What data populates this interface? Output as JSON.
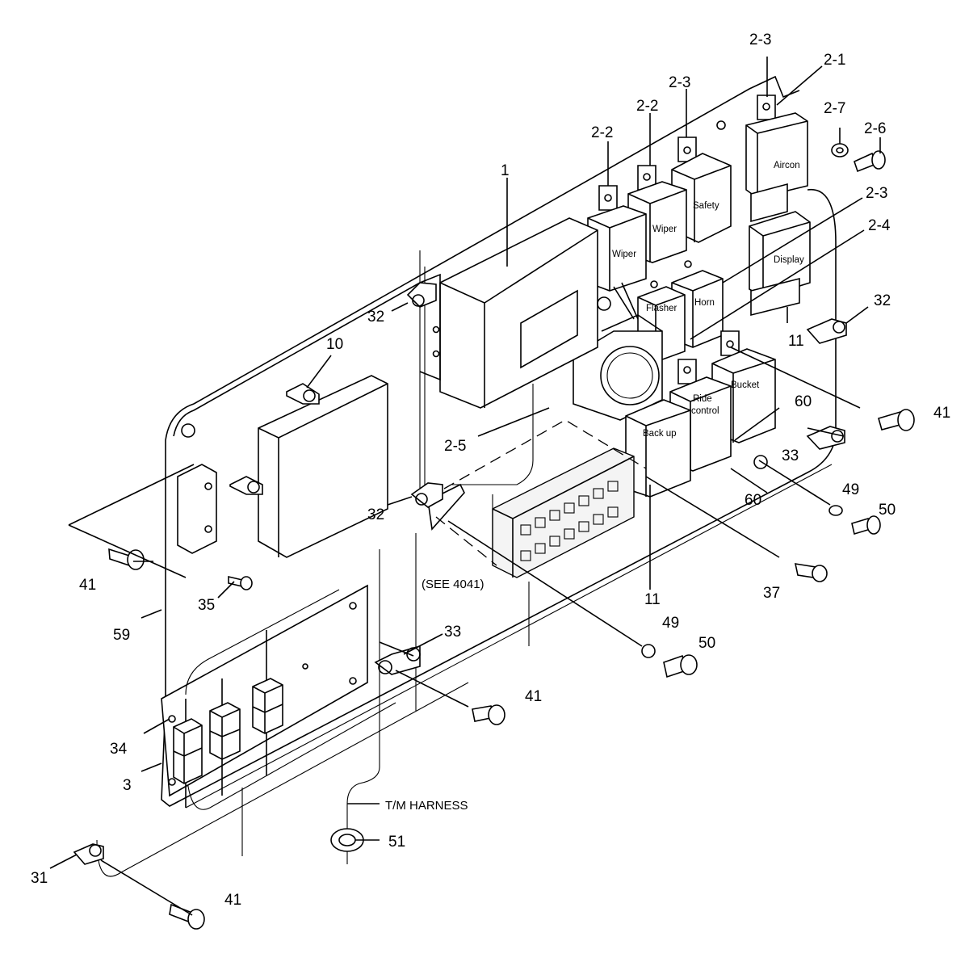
{
  "callouts": {
    "c1": "1",
    "c2_1": "2-1",
    "c2_2a": "2-2",
    "c2_2b": "2-2",
    "c2_3a": "2-3",
    "c2_3b": "2-3",
    "c2_3c": "2-3",
    "c2_4": "2-4",
    "c2_5": "2-5",
    "c2_6": "2-6",
    "c2_7": "2-7",
    "c3": "3",
    "c10": "10",
    "c11a": "11",
    "c11b": "11",
    "c31": "31",
    "c32a": "32",
    "c32b": "32",
    "c32c": "32",
    "c33a": "33",
    "c33b": "33",
    "c34": "34",
    "c35": "35",
    "c37": "37",
    "c41a": "41",
    "c41b": "41",
    "c41c": "41",
    "c41d": "41",
    "c49a": "49",
    "c49b": "49",
    "c50a": "50",
    "c50b": "50",
    "c51": "51",
    "c59": "59",
    "c60a": "60",
    "c60b": "60"
  },
  "relays": {
    "aircon": "Aircon",
    "safety": "Safety",
    "wiper1": "Wiper",
    "wiper2": "Wiper",
    "display": "Display",
    "horn": "Horn",
    "flasher": "Flasher",
    "bucket": "Bucket",
    "ride_line1": "Ride",
    "ride_line2": "control",
    "backup": "Back up"
  },
  "notes": {
    "see_ref": "(SEE 4041)",
    "harness": "T/M HARNESS"
  }
}
